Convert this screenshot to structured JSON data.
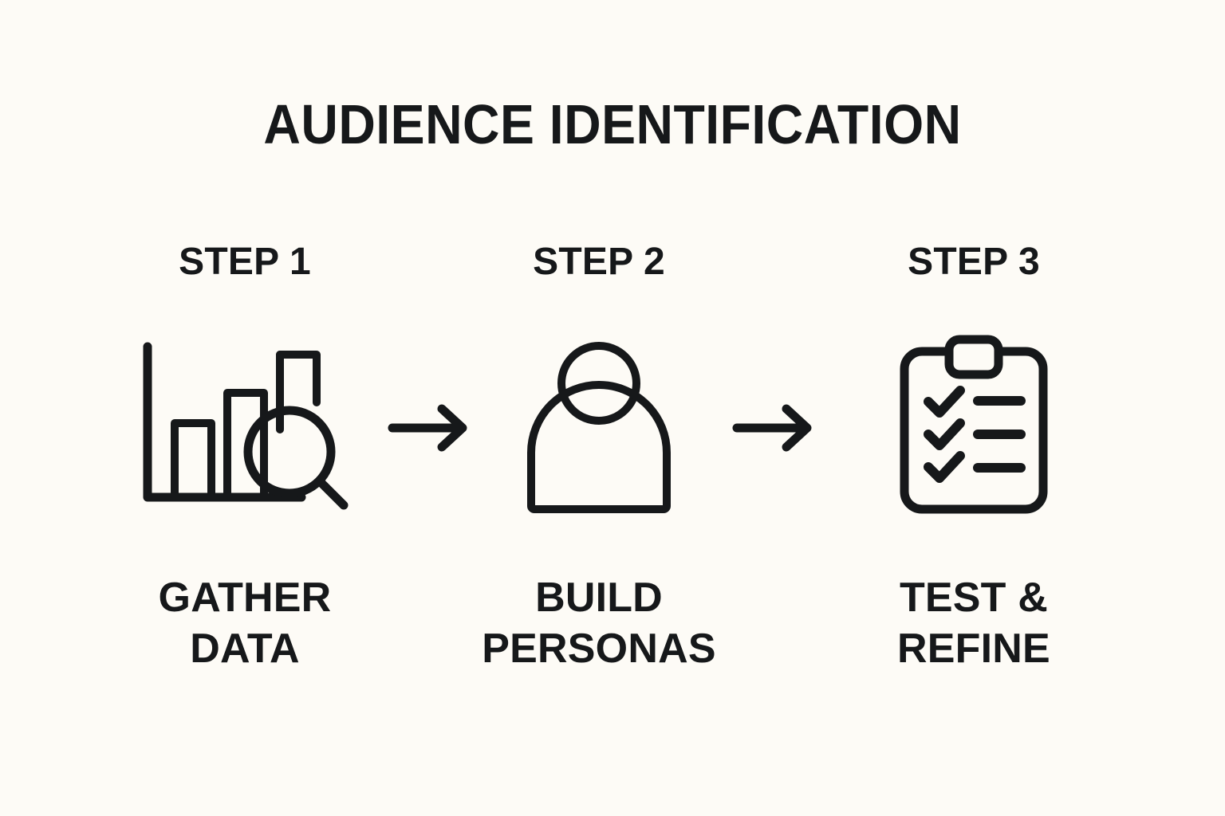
{
  "page": {
    "title": "AUDIENCE IDENTIFICATION",
    "background_color": "#fdfbf6",
    "ink_color": "#16181a"
  },
  "steps": [
    {
      "label": "STEP 1",
      "icon": "bar-chart-magnifier-icon",
      "caption_line1": "GATHER",
      "caption_line2": "DATA"
    },
    {
      "label": "STEP 2",
      "icon": "person-icon",
      "caption_line1": "BUILD",
      "caption_line2": "PERSONAS"
    },
    {
      "label": "STEP 3",
      "icon": "clipboard-checklist-icon",
      "caption_line1": "TEST &",
      "caption_line2": "REFINE"
    }
  ],
  "connectors": [
    {
      "icon": "arrow-right-icon"
    },
    {
      "icon": "arrow-right-icon"
    }
  ]
}
